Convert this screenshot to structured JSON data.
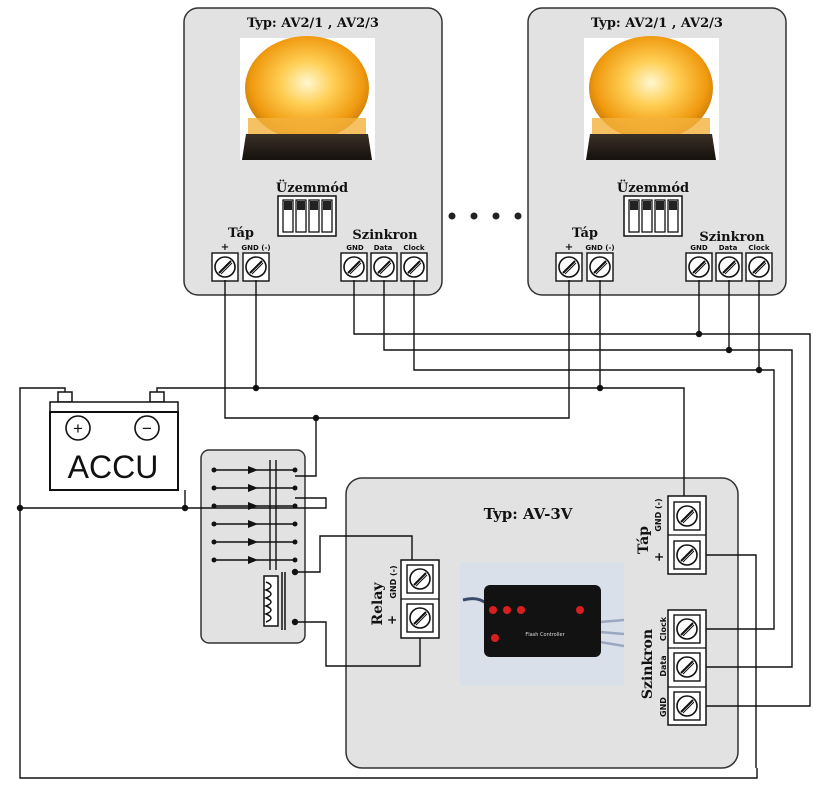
{
  "beacon_left": {
    "type": "Typ: AV2/1 ,  AV2/3",
    "mode": "Üzemmód",
    "power": "Táp",
    "plus": "+",
    "gnd": "GND (-)",
    "sync": "Szinkron",
    "t_gnd": "GND",
    "t_data": "Data",
    "t_clock": "Clock"
  },
  "beacon_right": {
    "type": "Typ: AV2/1 ,  AV2/3",
    "mode": "Üzemmód",
    "power": "Táp",
    "plus": "+",
    "gnd": "GND (-)",
    "sync": "Szinkron",
    "t_gnd": "GND",
    "t_data": "Data",
    "t_clock": "Clock"
  },
  "battery": {
    "label": "ACCU",
    "plus_symbol": "+",
    "minus_symbol": "−"
  },
  "controller": {
    "type": "Typ: AV-3V",
    "relay": "Relay",
    "relay_gnd": "GND (-)",
    "relay_plus": "+",
    "power": "Táp",
    "power_gnd": "GND (-)",
    "power_plus": "+",
    "sync": "Szinkron",
    "t_clock": "Clock",
    "t_data": "Data",
    "t_gnd": "GND",
    "photo_caption": "Flash Controller"
  },
  "colors": {
    "panel": "#e2e2e2",
    "wire": "#111111",
    "amber": "#f4a81c"
  },
  "icons": {
    "beacon": "amber-beacon-photo",
    "screw": "screw-terminal-icon",
    "relay": "relay-coil-icon"
  }
}
